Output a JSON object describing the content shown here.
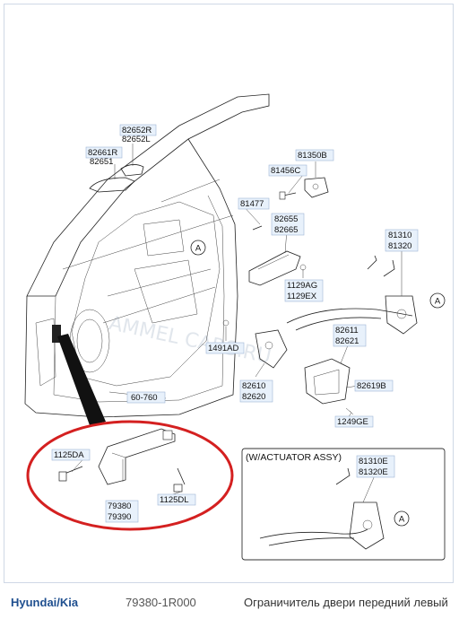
{
  "footer": {
    "brand": "Hyundai/Kia",
    "part_number": "79380-1R000",
    "description": "Ограничитель двери передний левый"
  },
  "diagram": {
    "labels": {
      "l82652r": "82652R",
      "l82652l": "82652L",
      "l82661r": "82661R",
      "l82651": "82651",
      "l81350b": "81350B",
      "l81456c": "81456C",
      "l81477": "81477",
      "l82655": "82655",
      "l82665": "82665",
      "l81310": "81310",
      "l81320": "81320",
      "l1129ag": "1129AG",
      "l1129ex": "1129EX",
      "l1491ad": "1491AD",
      "l82611": "82611",
      "l82621": "82621",
      "l82610": "82610",
      "l82620": "82620",
      "l82619b": "82619B",
      "l1249ge": "1249GE",
      "l60760": "60-760",
      "l1125da": "1125DA",
      "l79380": "79380",
      "l79390": "79390",
      "l1125dl": "1125DL",
      "l81310e": "81310E",
      "l81320e": "81320E",
      "actuator_note": "(W/ACTUATOR ASSY)",
      "ref_a": "A",
      "watermark": "AMMEL CARS.RU"
    }
  },
  "colors": {
    "highlight_ellipse": "#d42020",
    "label_box": "#e8f1fb",
    "brand": "#1f4f8f"
  }
}
